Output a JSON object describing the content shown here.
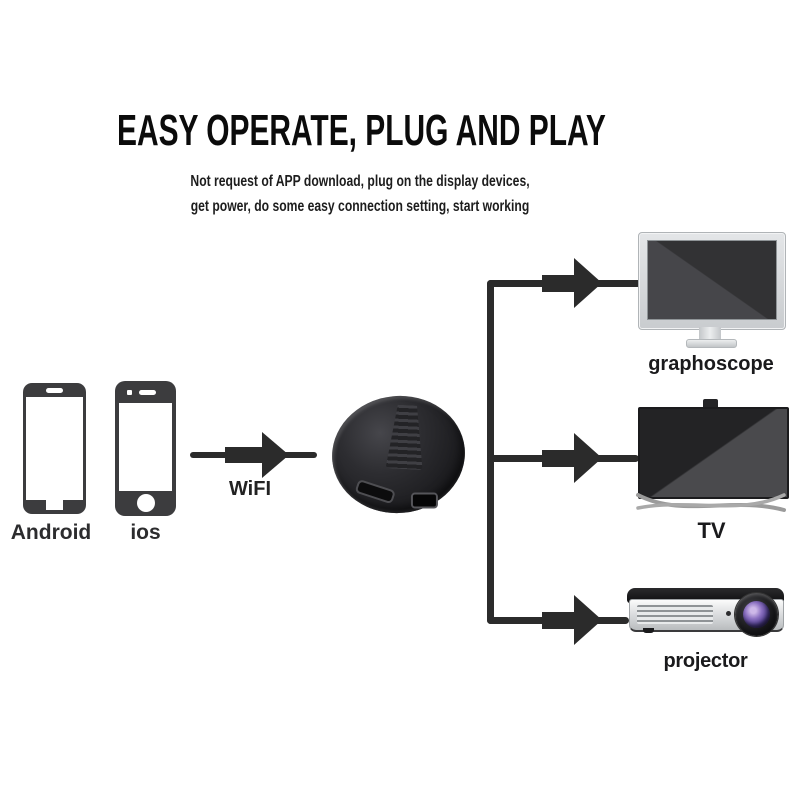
{
  "header": {
    "title": "EASY OPERATE, PLUG AND PLAY",
    "subtitle_line1": "Not request of APP download, plug on the display devices,",
    "subtitle_line2": "get power, do some easy connection setting, start working"
  },
  "sources": {
    "android_label": "Android",
    "ios_label": "ios"
  },
  "connection": {
    "wifi_label": "WiFI"
  },
  "targets": {
    "graphoscope": {
      "label": "graphoscope"
    },
    "tv": {
      "label": "TV"
    },
    "projector": {
      "label": "projector"
    }
  },
  "icons": {
    "android_phone": "android-phone-icon",
    "ios_phone": "ios-phone-icon",
    "wifi_arrow": "right-arrow-icon",
    "dongle": "wifi-display-dongle-icon",
    "monitor": "monitor-icon",
    "tv": "tv-icon",
    "projector": "projector-icon"
  },
  "colors": {
    "background": "#ffffff",
    "ink": "#2b2b2b",
    "phone_body": "#3c3c3e",
    "monitor_frame": "#d4d7d9",
    "screen_dark": "#353538",
    "projector_silver": "#d6d8da",
    "lens_accent": "#6e58a8"
  }
}
